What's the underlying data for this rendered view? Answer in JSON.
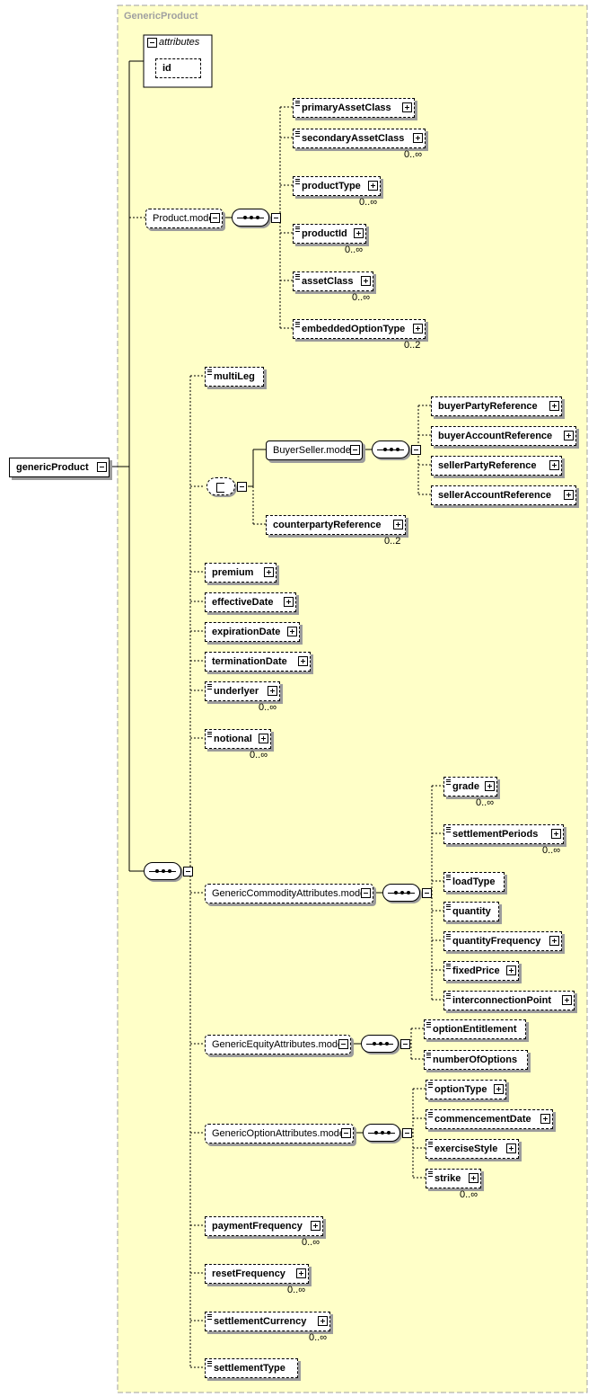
{
  "diagram": {
    "group_title": "GenericProduct",
    "root": "genericProduct",
    "attributes": {
      "title": "attributes",
      "items": [
        "id"
      ]
    },
    "product_model": {
      "label": "Product.model",
      "children": [
        {
          "label": "primaryAssetClass",
          "occ": ""
        },
        {
          "label": "secondaryAssetClass",
          "occ": "0..∞"
        },
        {
          "label": "productType",
          "occ": "0..∞"
        },
        {
          "label": "productId",
          "occ": "0..∞"
        },
        {
          "label": "assetClass",
          "occ": "0..∞"
        },
        {
          "label": "embeddedOptionType",
          "occ": "0..2"
        }
      ]
    },
    "multi_leg": "multiLeg",
    "buyer_seller": {
      "label": "BuyerSeller.model",
      "children": [
        "buyerPartyReference",
        "buyerAccountReference",
        "sellerPartyReference",
        "sellerAccountReference"
      ]
    },
    "counterparty": {
      "label": "counterpartyReference",
      "occ": "0..2"
    },
    "main_elements": [
      {
        "label": "premium",
        "occ": ""
      },
      {
        "label": "effectiveDate",
        "occ": ""
      },
      {
        "label": "expirationDate",
        "occ": ""
      },
      {
        "label": "terminationDate",
        "occ": ""
      },
      {
        "label": "underlyer",
        "occ": "0..∞"
      },
      {
        "label": "notional",
        "occ": "0..∞"
      }
    ],
    "commodity": {
      "label": "GenericCommodityAttributes.model",
      "children": [
        {
          "label": "grade",
          "occ": "0..∞"
        },
        {
          "label": "settlementPeriods",
          "occ": "0..∞"
        },
        {
          "label": "loadType",
          "occ": ""
        },
        {
          "label": "quantity",
          "occ": ""
        },
        {
          "label": "quantityFrequency",
          "occ": ""
        },
        {
          "label": "fixedPrice",
          "occ": ""
        },
        {
          "label": "interconnectionPoint",
          "occ": ""
        }
      ]
    },
    "equity": {
      "label": "GenericEquityAttributes.model",
      "children": [
        "optionEntitlement",
        "numberOfOptions"
      ]
    },
    "option": {
      "label": "GenericOptionAttributes.model",
      "children": [
        {
          "label": "optionType",
          "occ": ""
        },
        {
          "label": "commencementDate",
          "occ": ""
        },
        {
          "label": "exerciseStyle",
          "occ": ""
        },
        {
          "label": "strike",
          "occ": "0..∞"
        }
      ]
    },
    "tail_elements": [
      {
        "label": "paymentFrequency",
        "occ": "0..∞"
      },
      {
        "label": "resetFrequency",
        "occ": "0..∞"
      },
      {
        "label": "settlementCurrency",
        "occ": "0..∞"
      },
      {
        "label": "settlementType",
        "occ": ""
      }
    ]
  }
}
